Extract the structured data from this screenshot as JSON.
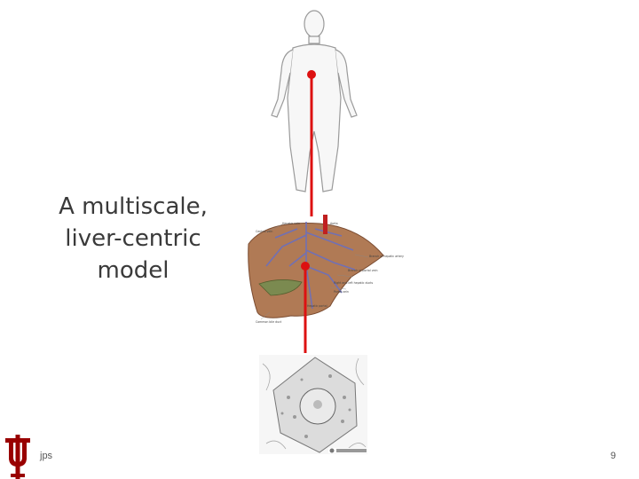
{
  "slide": {
    "title_lines": [
      "A multiscale,",
      "liver-centric",
      "model"
    ],
    "footer_left": "jps",
    "page_number": "9"
  },
  "liver_figure": {
    "labels": [
      "Hepatic vein",
      "Aorta",
      "Central vein",
      "Branch of hepatic artery",
      "Branch of portal vein",
      "Right and left hepatic ducts",
      "Portal vein",
      "Hepatic portal",
      "Common bile duct"
    ]
  },
  "colors": {
    "connector": "#dd1111",
    "liver": "#b07a55",
    "gallbladder": "#7b8a50",
    "vessels": "#6a6fbf",
    "logo": "#990000"
  },
  "icons": [
    "human-body-outline",
    "liver-illustration",
    "hepatocyte-cell-drawing",
    "university-logo"
  ]
}
